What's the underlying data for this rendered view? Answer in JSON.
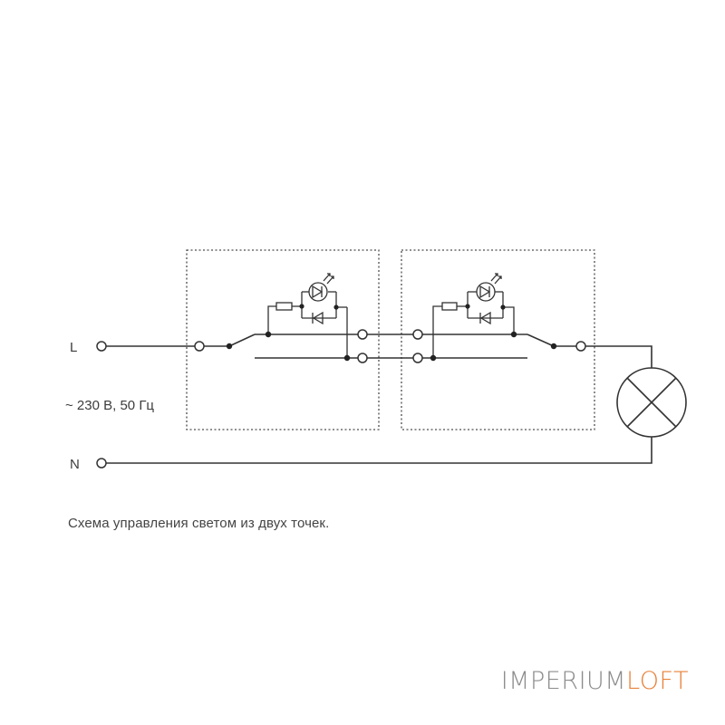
{
  "diagram": {
    "line_label": "L",
    "neutral_label": "N",
    "supply_label": "~ 230 В, 50 Гц",
    "caption": "Схема управления светом из двух точек."
  },
  "logo": {
    "part1": "IMPERIUM",
    "part2": "LOFT",
    "colors": {
      "part1": "#8c8c8c",
      "part2": "#e8823a"
    }
  },
  "colors": {
    "wire": "#333333",
    "background": "#ffffff"
  }
}
